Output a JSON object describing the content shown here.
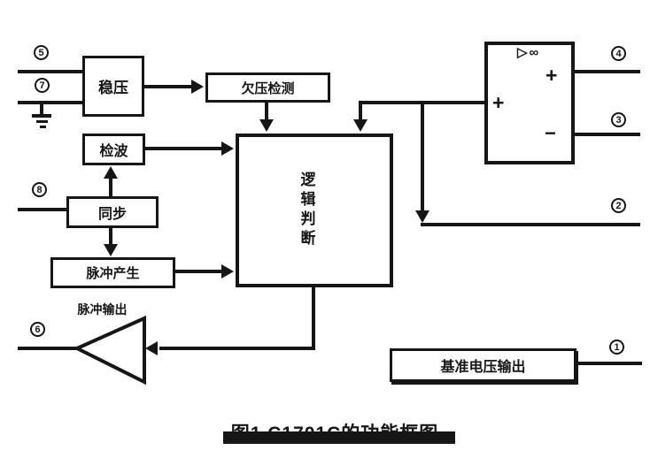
{
  "caption": {
    "text": "图1 C1701C的功能框图"
  },
  "blocks": {
    "regulator": "稳压",
    "undervoltage_detect": "欠压检测",
    "detector": "检波",
    "sync": "同步",
    "pulse_generate": "脉冲产生",
    "logic_judge": "逻辑判断",
    "vref_output": "基准电压输出"
  },
  "labels": {
    "pulse_output": "脉冲输出"
  },
  "opamp": {
    "gain_symbol": "▷∞",
    "input_plus": "+",
    "output_plus": "+",
    "output_minus": "−"
  },
  "pins": {
    "p1": "1",
    "p2": "2",
    "p3": "3",
    "p4": "4",
    "p5": "5",
    "p6": "6",
    "p7": "7",
    "p8": "8"
  },
  "colors": {
    "ink": "#161616",
    "paper": "#ffffff"
  }
}
